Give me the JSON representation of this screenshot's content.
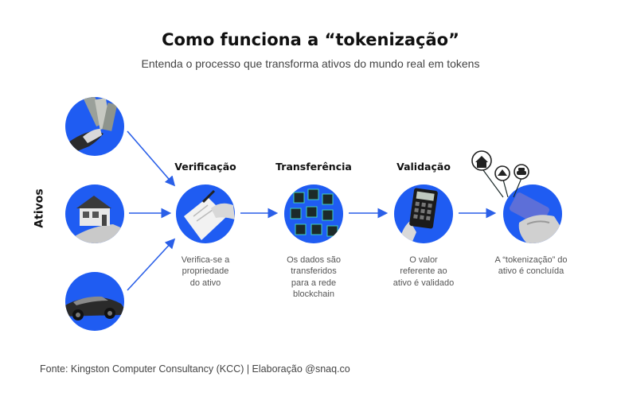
{
  "title": "Como funciona a “tokenização”",
  "subtitle": "Entenda o processo que transforma ativos do mundo real em tokens",
  "side_label": "Ativos",
  "steps": [
    {
      "title": "Verificação",
      "desc": [
        "Verifica-se a",
        "propriedade",
        "do ativo"
      ]
    },
    {
      "title": "Transferência",
      "desc": [
        "Os dados são",
        "transferidos",
        "para a rede",
        "blockchain"
      ]
    },
    {
      "title": "Validação",
      "desc": [
        "O valor",
        "referente ao",
        "ativo é validado"
      ]
    },
    {
      "title": "",
      "desc": [
        "A “tokenização” do",
        "ativo é concluída"
      ]
    }
  ],
  "source": "Fonte: Kingston Computer Consultancy (KCC) | Elaboração @snaq.co",
  "colors": {
    "accent": "#1f5cf2",
    "arrow": "#2a5fe8"
  }
}
